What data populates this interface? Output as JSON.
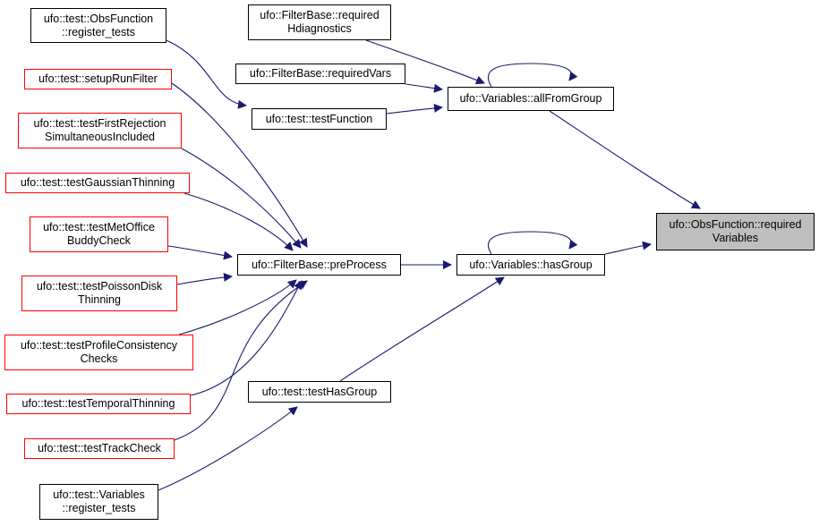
{
  "colors": {
    "edge": "#191970",
    "border_default": "#000000",
    "border_truncated": "#ff0000",
    "focus_fill": "#bfbfbf"
  },
  "nodes": {
    "obsfn_register": {
      "label": "ufo::test::ObsFunction\n::register_tests"
    },
    "setup_run_filter": {
      "label": "ufo::test::setupRunFilter"
    },
    "test_first_rej": {
      "label": "ufo::test::testFirstRejection\nSimultaneousIncluded"
    },
    "test_gaussian": {
      "label": "ufo::test::testGaussianThinning"
    },
    "test_met_office": {
      "label": "ufo::test::testMetOffice\nBuddyCheck"
    },
    "test_poisson": {
      "label": "ufo::test::testPoissonDisk\nThinning"
    },
    "test_profile": {
      "label": "ufo::test::testProfileConsistency\nChecks"
    },
    "test_temporal": {
      "label": "ufo::test::testTemporalThinning"
    },
    "test_track": {
      "label": "ufo::test::testTrackCheck"
    },
    "vars_register": {
      "label": "ufo::test::Variables\n::register_tests"
    },
    "req_hdiag": {
      "label": "ufo::FilterBase::required\nHdiagnostics"
    },
    "req_vars": {
      "label": "ufo::FilterBase::requiredVars"
    },
    "test_function": {
      "label": "ufo::test::testFunction"
    },
    "pre_process": {
      "label": "ufo::FilterBase::preProcess"
    },
    "test_has_group": {
      "label": "ufo::test::testHasGroup"
    },
    "all_from_group": {
      "label": "ufo::Variables::allFromGroup"
    },
    "has_group": {
      "label": "ufo::Variables::hasGroup"
    },
    "required_vars": {
      "label": "ufo::ObsFunction::required\nVariables"
    }
  },
  "edges": [
    {
      "from": "obsfn_register",
      "to": "test_function"
    },
    {
      "from": "setup_run_filter",
      "to": "pre_process"
    },
    {
      "from": "test_first_rej",
      "to": "pre_process"
    },
    {
      "from": "test_gaussian",
      "to": "pre_process"
    },
    {
      "from": "test_met_office",
      "to": "pre_process"
    },
    {
      "from": "test_poisson",
      "to": "pre_process"
    },
    {
      "from": "test_profile",
      "to": "pre_process"
    },
    {
      "from": "test_temporal",
      "to": "pre_process"
    },
    {
      "from": "test_track",
      "to": "pre_process"
    },
    {
      "from": "vars_register",
      "to": "test_has_group"
    },
    {
      "from": "req_hdiag",
      "to": "all_from_group"
    },
    {
      "from": "req_vars",
      "to": "all_from_group"
    },
    {
      "from": "test_function",
      "to": "all_from_group"
    },
    {
      "from": "pre_process",
      "to": "has_group"
    },
    {
      "from": "test_has_group",
      "to": "has_group"
    },
    {
      "from": "all_from_group",
      "to": "all_from_group"
    },
    {
      "from": "has_group",
      "to": "has_group"
    },
    {
      "from": "all_from_group",
      "to": "required_vars"
    },
    {
      "from": "has_group",
      "to": "required_vars"
    }
  ]
}
